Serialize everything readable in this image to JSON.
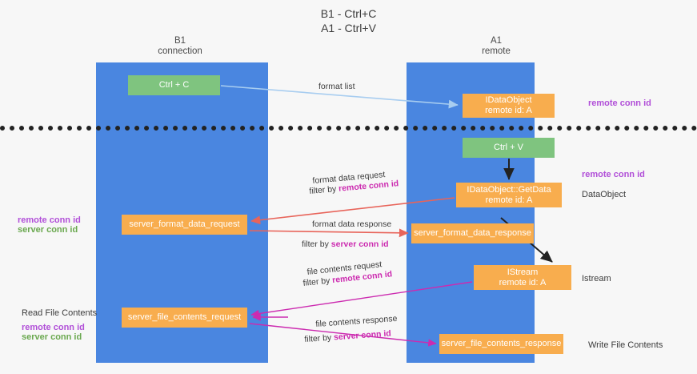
{
  "title": "B1 - Ctrl+C\nA1 - Ctrl+V",
  "columns": {
    "b1": "B1\nconnection",
    "a1": "A1\nremote"
  },
  "nodes": {
    "ctrl_c": {
      "line1": "Ctrl + C",
      "color": "#7fc47f"
    },
    "dataobject": {
      "line1": "IDataObject",
      "line2": "remote id: A",
      "color": "#f8ad4e"
    },
    "ctrl_v": {
      "line1": "Ctrl + V",
      "color": "#7fc47f"
    },
    "getdata": {
      "line1": "IDataObject::GetData",
      "line2": "remote id: A",
      "color": "#f8ad4e"
    },
    "format_data_request": {
      "line1": "server_format_data_request",
      "color": "#f8ad4e"
    },
    "format_data_response": {
      "line1": "server_format_data_response",
      "color": "#f8ad4e"
    },
    "istream": {
      "line1": "IStream",
      "line2": "remote id: A",
      "color": "#f8ad4e"
    },
    "file_contents_request": {
      "line1": "server_file_contents_request",
      "color": "#f8ad4e"
    },
    "file_contents_response": {
      "line1": "server_file_contents_response",
      "color": "#f8ad4e"
    }
  },
  "captions": {
    "format_list": "format list",
    "format_data_request": "format data request",
    "format_data_request_filter_prefix": "filter by ",
    "format_data_request_filter_key": "remote conn id",
    "format_data_response": "format data response",
    "format_data_response_filter_prefix": "filter by ",
    "format_data_response_filter_key": "server conn id",
    "file_contents_request": "file contents request",
    "file_contents_request_filter_prefix": "filter by ",
    "file_contents_request_filter_key": "remote conn id",
    "file_contents_response": "file contents response",
    "file_contents_response_filter_prefix": "filter by ",
    "file_contents_response_filter_key": "server conn id"
  },
  "side_labels": {
    "right_remote_conn_id_top": "remote conn id",
    "right_remote_conn_id_mid": "remote conn id",
    "right_dataobject": "DataObject",
    "right_istream": "Istream",
    "right_write_file_contents": "Write File Contents",
    "left_remote_conn_id_1": "remote conn id",
    "left_server_conn_id_1": "server conn id",
    "left_read_file_contents": "Read File Contents",
    "left_remote_conn_id_2": "remote conn id",
    "left_server_conn_id_2": "server conn id"
  },
  "colors": {
    "lane": "#4a86e0",
    "green_node": "#7fc47f",
    "orange_node": "#f8ad4e",
    "purple_text": "#b14fd8",
    "green_text": "#6aa84f",
    "magenta_text": "#cc2bb0",
    "arrow_light_blue": "#a8cdf0",
    "arrow_red": "#e8645a",
    "arrow_magenta": "#cc2bb0",
    "arrow_black": "#222222",
    "background": "#f7f7f7",
    "divider": "#222222"
  }
}
